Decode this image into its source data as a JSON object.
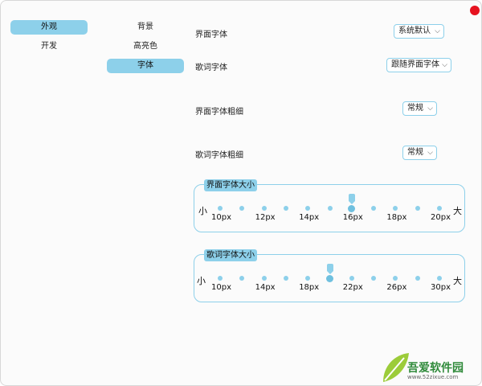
{
  "nav_primary": [
    {
      "label": "外观",
      "active": true
    },
    {
      "label": "开发",
      "active": false
    }
  ],
  "nav_secondary": [
    {
      "label": "背景",
      "active": false
    },
    {
      "label": "高亮色",
      "active": false
    },
    {
      "label": "字体",
      "active": true
    }
  ],
  "settings": {
    "ui_font": {
      "label": "界面字体",
      "value": "系统默认"
    },
    "lyric_font": {
      "label": "歌词字体",
      "value": "跟随界面字体"
    },
    "ui_weight": {
      "label": "界面字体粗细",
      "value": "常规"
    },
    "lyric_weight": {
      "label": "歌词字体粗细",
      "value": "常规"
    }
  },
  "ui_font_size": {
    "title": "界面字体大小",
    "min_label": "小",
    "max_label": "大",
    "tick_labels": [
      "10px",
      "12px",
      "14px",
      "16px",
      "18px",
      "20px"
    ],
    "step_count": 11,
    "selected_step": 6,
    "selected_value": "16px"
  },
  "lyric_font_size": {
    "title": "歌词字体大小",
    "min_label": "小",
    "max_label": "大",
    "tick_labels": [
      "10px",
      "14px",
      "18px",
      "22px",
      "26px",
      "30px"
    ],
    "step_count": 11,
    "selected_step": 5,
    "selected_value": "20px"
  },
  "watermark": {
    "brand": "吾爱软件园",
    "url": "www.52zixue.com"
  },
  "colors": {
    "accent": "#8dd0ea",
    "close_button": "#e6121f"
  },
  "icons": {
    "close": "close-icon",
    "dropdown": "chevron-down-icon"
  }
}
